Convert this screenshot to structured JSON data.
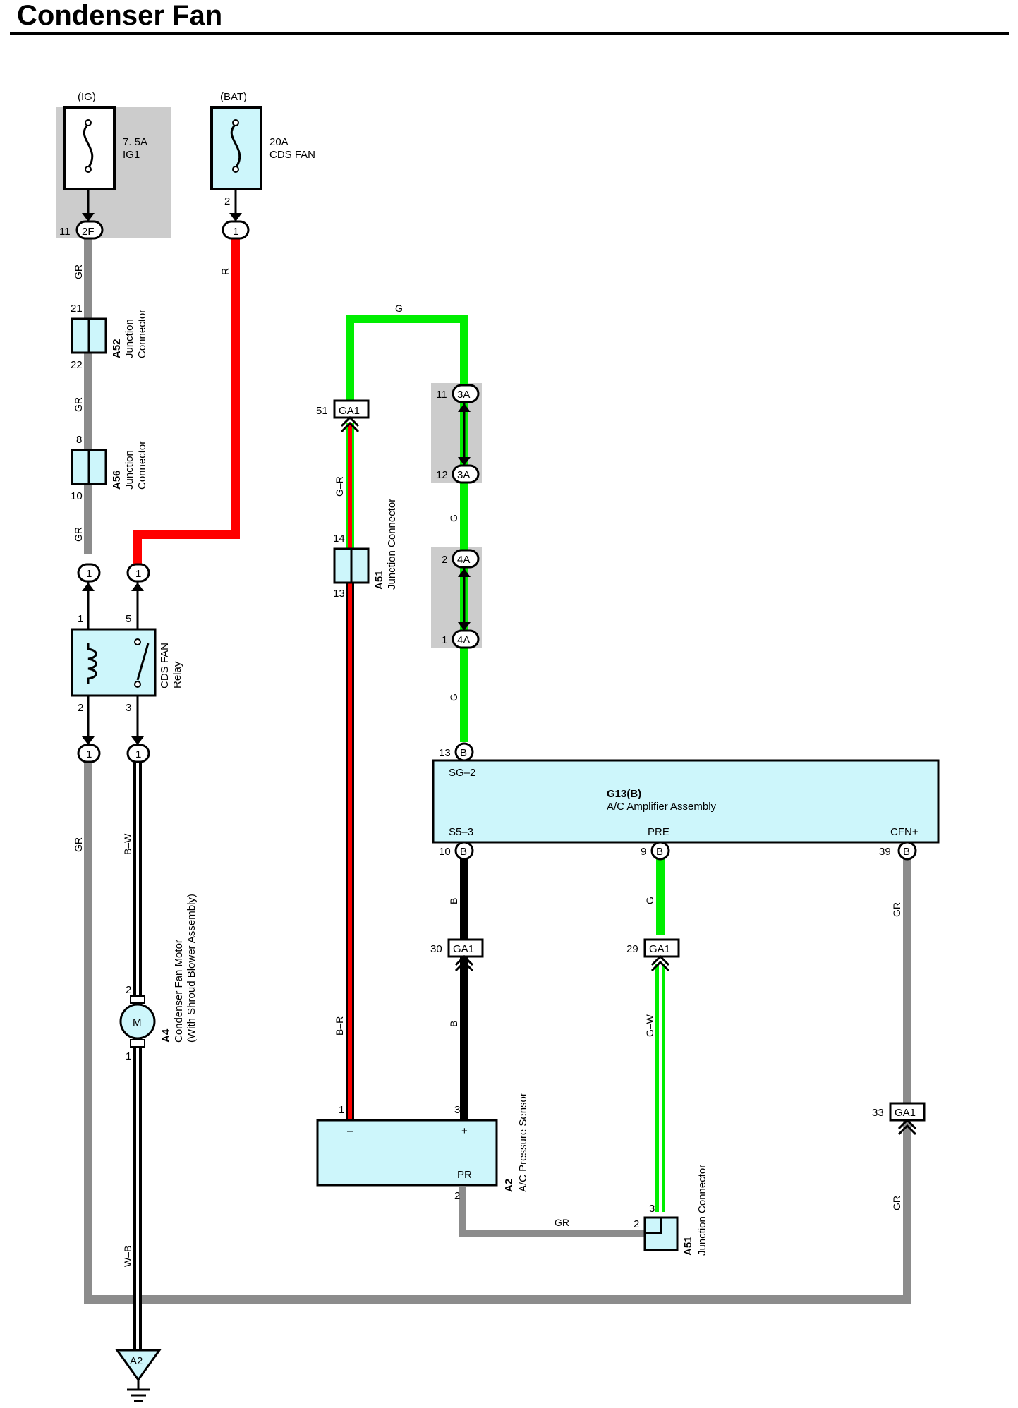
{
  "title": "Condenser Fan",
  "colors": {
    "GR": "#8c8c8c",
    "R": "#ff0000",
    "G": "#00ee00",
    "B": "#000000",
    "component_fill": "#cdf6fb",
    "shade": "#cccccc"
  },
  "power": {
    "ig": {
      "label": "(IG)",
      "fuse_amp": "7. 5A",
      "fuse_name": "IG1",
      "conn_pin": "11",
      "conn_id": "2F"
    },
    "bat": {
      "label": "(BAT)",
      "fuse_amp": "20A",
      "fuse_name": "CDS FAN",
      "pin_top": "2",
      "conn_id": "1"
    }
  },
  "junctions": {
    "a52": {
      "id": "A52",
      "name": "Junction",
      "name2": "Connector",
      "pin_top": "21",
      "pin_bottom": "22"
    },
    "a56": {
      "id": "A56",
      "name": "Junction",
      "name2": "Connector",
      "pin_top": "8",
      "pin_bottom": "10"
    },
    "a51_left": {
      "id": "A51",
      "name": "Junction Connector",
      "pin_top": "14",
      "pin_bottom": "13"
    },
    "a51_bottom": {
      "id": "A51",
      "name": "Junction Connector",
      "pin_top": "3",
      "pin_left": "2"
    }
  },
  "relay": {
    "name": "CDS FAN",
    "name2": "Relay",
    "pin1": "1",
    "pin2": "2",
    "pin3": "3",
    "pin5": "5",
    "conn": "1"
  },
  "motor": {
    "id": "A4",
    "name": "Condenser Fan Motor",
    "name2": "(With Shroud Blower Assembly)",
    "symbol": "M",
    "pin_top": "2",
    "pin_bottom": "1"
  },
  "ground": {
    "id": "A2"
  },
  "amplifier": {
    "id": "G13(B)",
    "name": "A/C Amplifier Assembly",
    "terminals": {
      "sg2": "SG–2",
      "s53": "S5–3",
      "pre": "PRE",
      "cfn": "CFN+"
    },
    "pins": {
      "sg2": "13",
      "s53": "10",
      "pre": "9",
      "cfn": "39"
    },
    "conn": "B"
  },
  "sensor": {
    "id": "A2",
    "name": "A/C Pressure Sensor",
    "minus": "–",
    "plus": "+",
    "pr": "PR",
    "pin1": "1",
    "pin3": "3",
    "pin2": "2"
  },
  "inline": {
    "ga1_51": {
      "pin": "51",
      "id": "GA1"
    },
    "ga1_30": {
      "pin": "30",
      "id": "GA1"
    },
    "ga1_29": {
      "pin": "29",
      "id": "GA1"
    },
    "ga1_33": {
      "pin": "33",
      "id": "GA1"
    },
    "c3a_11": {
      "pin": "11",
      "id": "3A"
    },
    "c3a_12": {
      "pin": "12",
      "id": "3A"
    },
    "c4a_2": {
      "pin": "2",
      "id": "4A"
    },
    "c4a_1": {
      "pin": "1",
      "id": "4A"
    }
  },
  "wires": {
    "gr": "GR",
    "r": "R",
    "g": "G",
    "gr_red": "G–R",
    "bw": "B–W",
    "wb": "W–B",
    "br": "B–R",
    "b": "B",
    "gw": "G–W"
  }
}
